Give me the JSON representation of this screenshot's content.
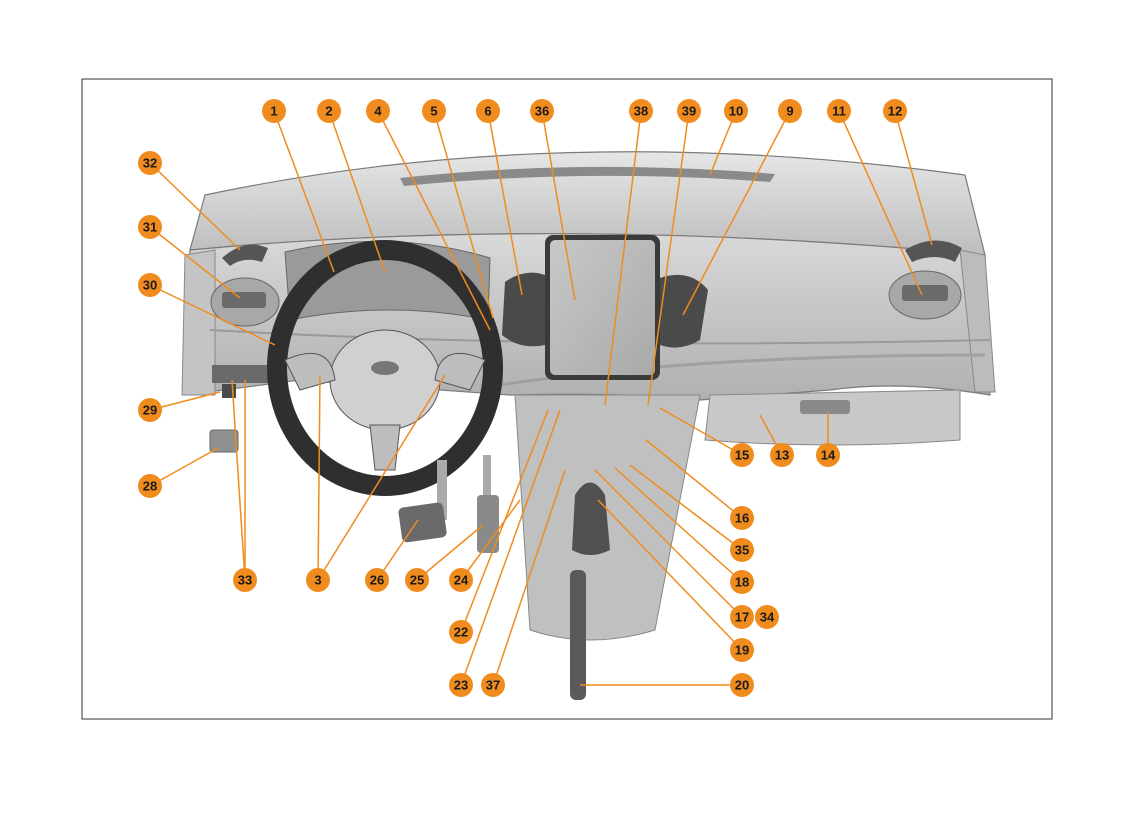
{
  "figure": {
    "description_free": true,
    "accent_color": "#f08c1e",
    "leader_color": "#f08c1e",
    "frame_color": "#333333",
    "dashboard_color": "#d3d3d3"
  },
  "callouts": [
    {
      "id": "c1",
      "label": "1"
    },
    {
      "id": "c2",
      "label": "2"
    },
    {
      "id": "c4",
      "label": "4"
    },
    {
      "id": "c5",
      "label": "5"
    },
    {
      "id": "c6",
      "label": "6"
    },
    {
      "id": "c36",
      "label": "36"
    },
    {
      "id": "c38",
      "label": "38"
    },
    {
      "id": "c39",
      "label": "39"
    },
    {
      "id": "c10",
      "label": "10"
    },
    {
      "id": "c9",
      "label": "9"
    },
    {
      "id": "c11",
      "label": "11"
    },
    {
      "id": "c12",
      "label": "12"
    },
    {
      "id": "c32",
      "label": "32"
    },
    {
      "id": "c31",
      "label": "31"
    },
    {
      "id": "c30",
      "label": "30"
    },
    {
      "id": "c29",
      "label": "29"
    },
    {
      "id": "c28",
      "label": "28"
    },
    {
      "id": "c33",
      "label": "33"
    },
    {
      "id": "c3",
      "label": "3"
    },
    {
      "id": "c26",
      "label": "26"
    },
    {
      "id": "c25",
      "label": "25"
    },
    {
      "id": "c24",
      "label": "24"
    },
    {
      "id": "c22",
      "label": "22"
    },
    {
      "id": "c23",
      "label": "23"
    },
    {
      "id": "c37",
      "label": "37"
    },
    {
      "id": "c15",
      "label": "15"
    },
    {
      "id": "c13",
      "label": "13"
    },
    {
      "id": "c14",
      "label": "14"
    },
    {
      "id": "c16",
      "label": "16"
    },
    {
      "id": "c35",
      "label": "35"
    },
    {
      "id": "c18",
      "label": "18"
    },
    {
      "id": "c17",
      "label": "17"
    },
    {
      "id": "c34",
      "label": "34"
    },
    {
      "id": "c19",
      "label": "19"
    },
    {
      "id": "c20",
      "label": "20"
    }
  ]
}
